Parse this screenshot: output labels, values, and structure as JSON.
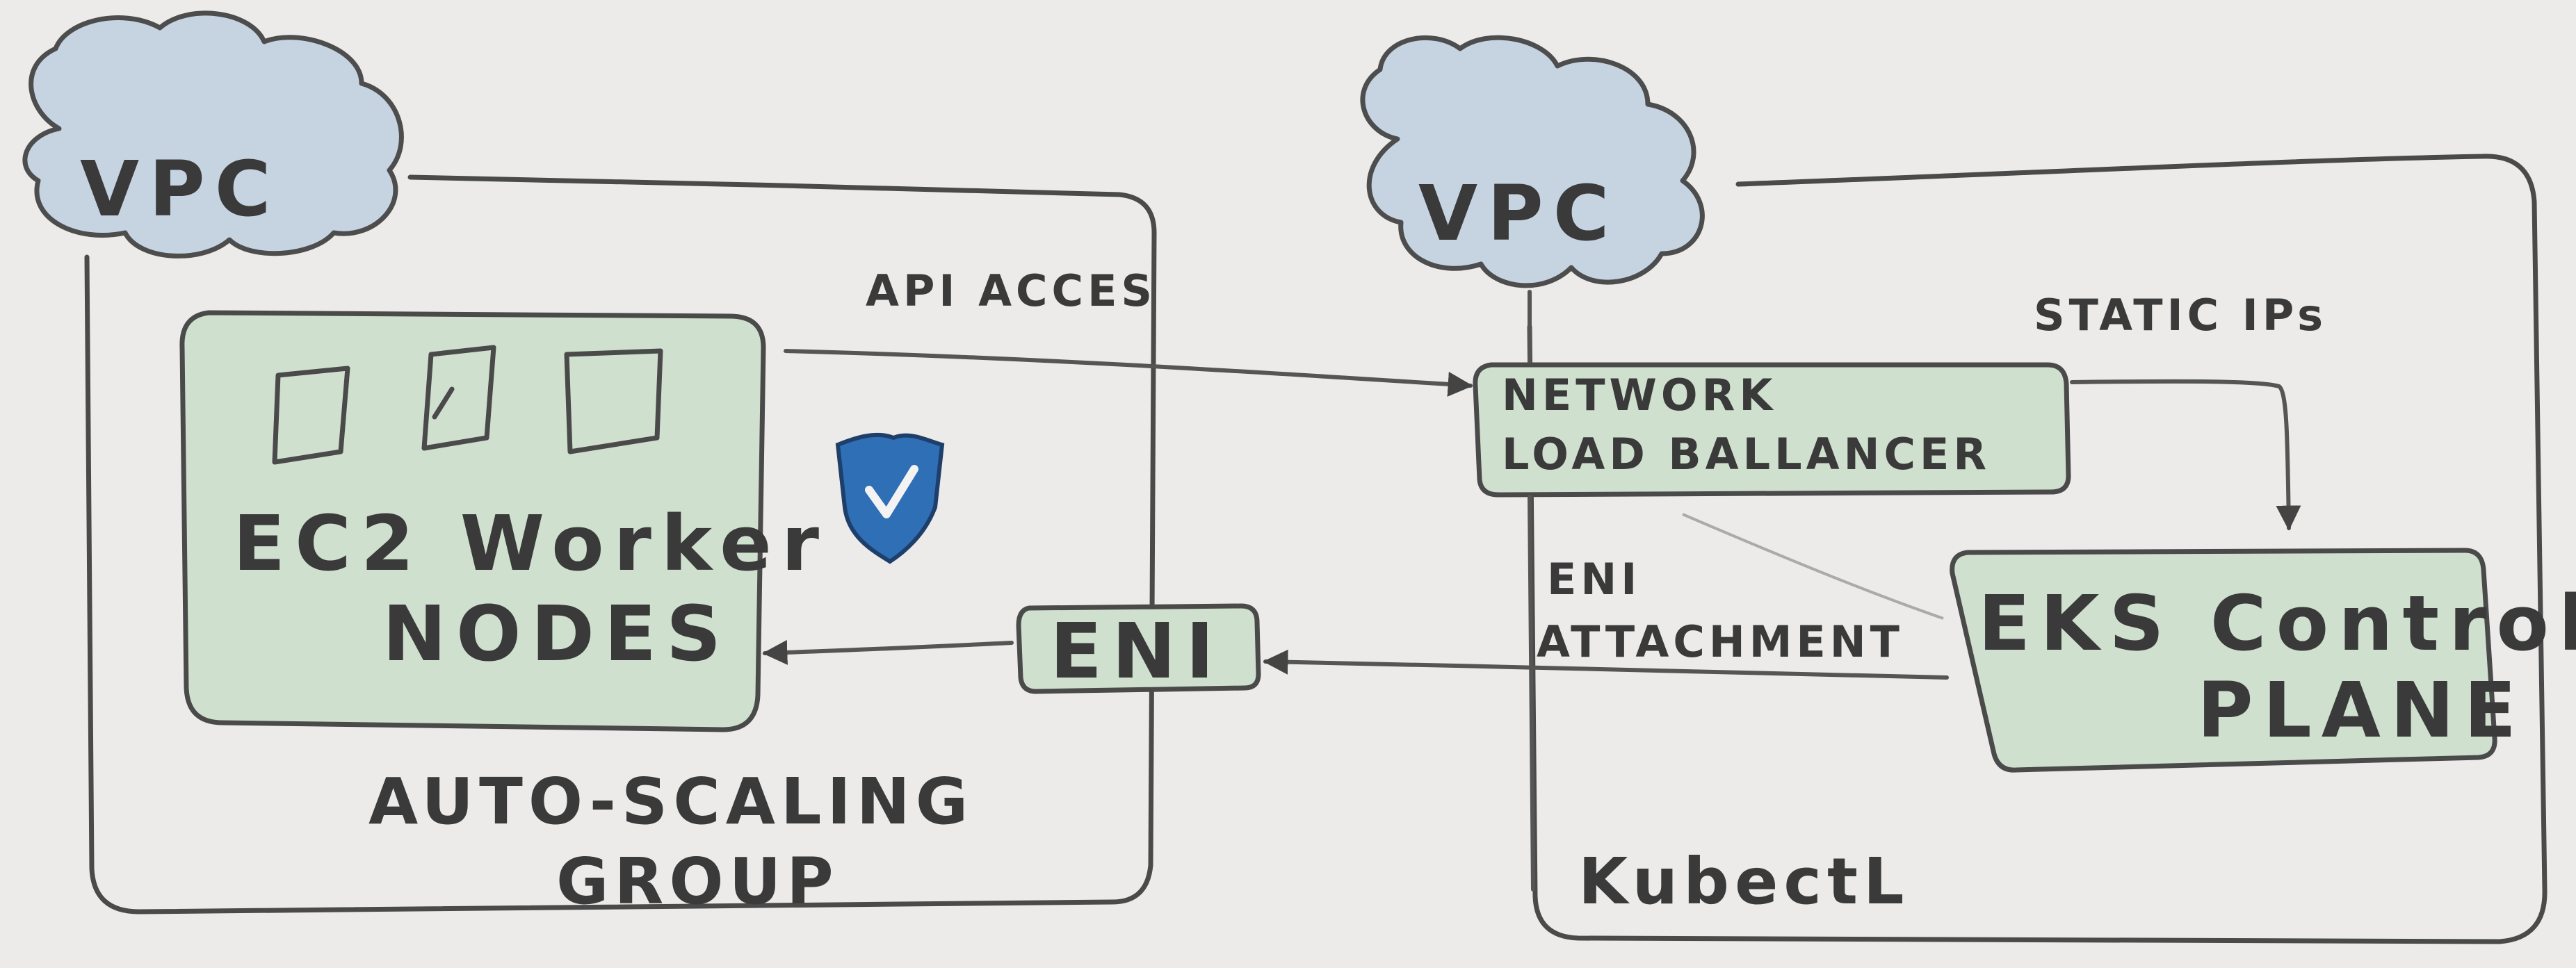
{
  "left_vpc": {
    "cloud_label": "VPC",
    "api_access_label": "API ACCES",
    "worker_box": {
      "line1": "EC2 Worker",
      "line2": "NODES"
    },
    "eni_label": "ENI",
    "asg_label_line1": "AUTO-SCALING",
    "asg_label_line2": "GROUP"
  },
  "right_vpc": {
    "cloud_label": "VPC",
    "nlb": {
      "line1": "NETWORK",
      "line2": "LOAD BALLANCER"
    },
    "static_ips_label": "STATIC IPs",
    "eni_attachment": {
      "line1": "ENI",
      "line2": "ATTACHMENT"
    },
    "control_plane": {
      "line1": "EKS Control",
      "line2": "PLANE"
    },
    "kubectl_label": "KubectL"
  },
  "colors": {
    "paper": "#ecebe9",
    "ink": "#4a4a4a",
    "box_fill": "#cfe0cf",
    "cloud_fill": "#c6d4e2",
    "shield_fill": "#2f6fb5"
  },
  "icons": [
    "instance-icon",
    "shield-check-icon"
  ]
}
